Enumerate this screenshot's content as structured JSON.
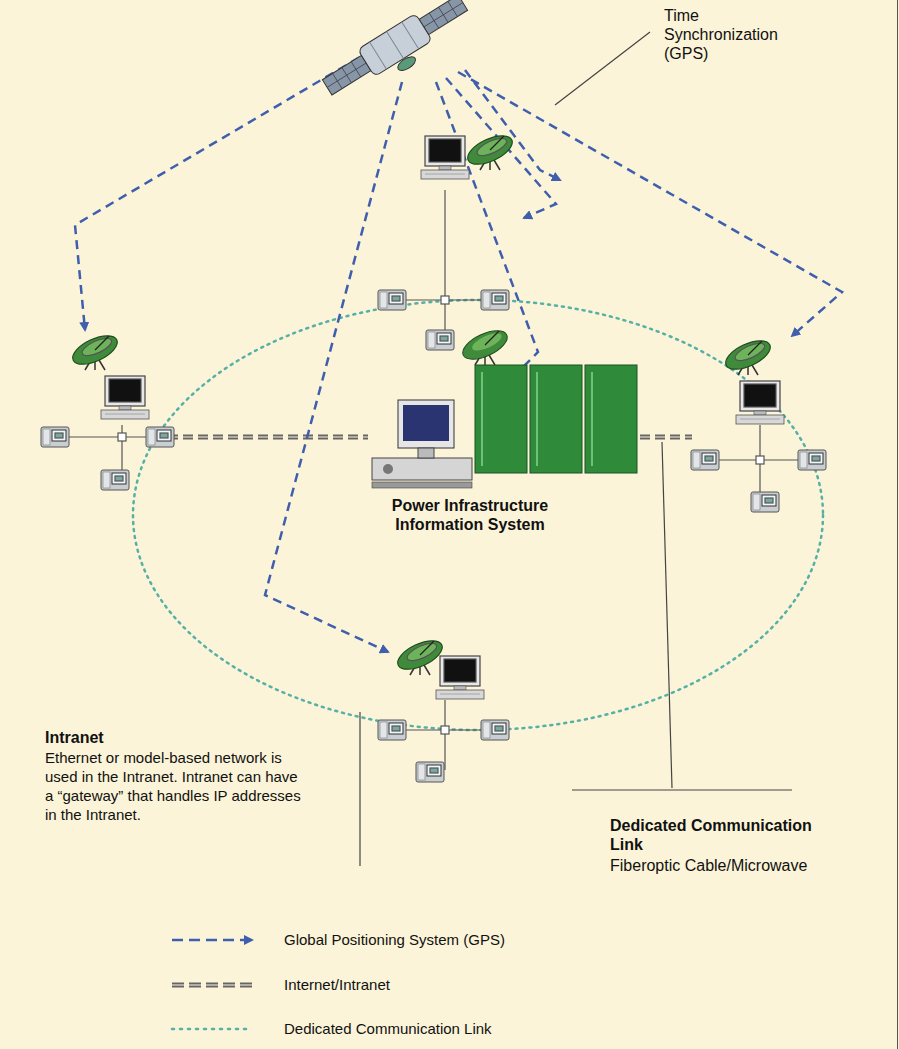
{
  "diagram": {
    "nodes": [
      {
        "text": [
          "Power Infrastructure Information System"
        ]
      }
    ],
    "labels": [
      "Time Synchronization (GPS)",
      "Intranet",
      "Ethernet or model-based network is used in the Intranet. Intranet can have a “gateway” that handles IP addresses in the Intranet.",
      "Dedicated Communication Link",
      "Fiberoptic Cable/Microwave"
    ],
    "legend": [
      {
        "text": "Global Positioning System (GPS)"
      },
      {
        "text": "Internet/Intranet"
      },
      {
        "text": "Dedicated Communication Link"
      }
    ]
  }
}
